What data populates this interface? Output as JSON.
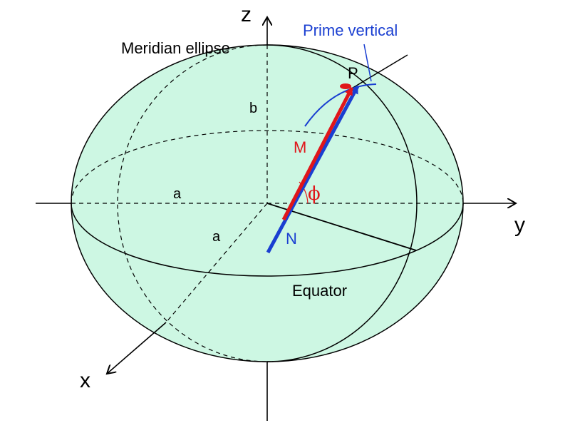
{
  "labels": {
    "z_axis": "z",
    "y_axis": "y",
    "x_axis": "x",
    "semi_minor": "b",
    "semi_major_y": "a",
    "semi_major_x": "a",
    "meridian": "Meridian ellipse",
    "prime_vertical": "Prime vertical",
    "point": "P",
    "radius_m": "M",
    "radius_n": "N",
    "latitude": "ϕ",
    "equator": "Equator"
  },
  "colors": {
    "ellipsoid_fill": "#cdf7e3",
    "outline": "#000000",
    "prime_vertical": "#1a3fd1",
    "meridian_radius": "#e0161a"
  }
}
